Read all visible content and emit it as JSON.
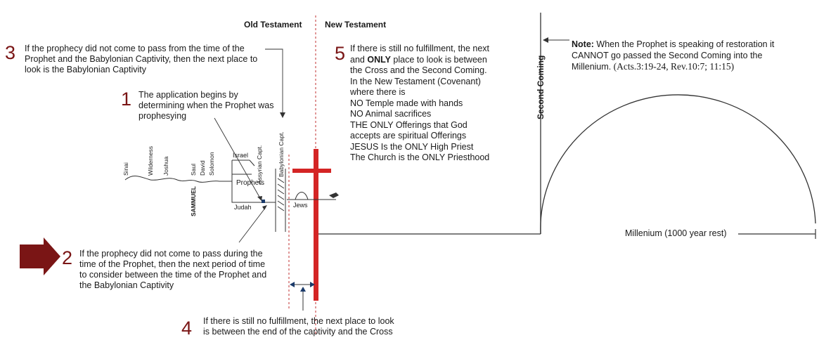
{
  "headers": {
    "old_testament": "Old Testament",
    "new_testament": "New Testament"
  },
  "steps": {
    "s1": {
      "num": "1",
      "text": "The application begins by determining when the Prophet was prophesying"
    },
    "s2": {
      "num": "2",
      "text": "If the prophecy did not come to pass during the time of the Prophet, then the next period of time to consider between the time of the Prophet and the Babylonian Captivity"
    },
    "s3": {
      "num": "3",
      "text": "If the prophecy did not come to pass from the time of the Prophet and the Babylonian Captivity, then the next place to look is the Babylonian Captivity"
    },
    "s4": {
      "num": "4",
      "line1": "If there is still no fulfillment, the next place to look",
      "line2": "is between the end of the captivity and the Cross"
    },
    "s5": {
      "num": "5",
      "l1": "If there is still no fulfillment, the next",
      "l2_pre": "and ",
      "l2_bold": "ONLY",
      "l2_post": " place to look is between",
      "l3": "the Cross and the Second Coming.",
      "l4": "In the New Testament (Covenant)",
      "l5": "where there is",
      "l6": "NO Temple made with hands",
      "l7": "NO Animal sacrifices",
      "l8": "THE ONLY Offerings that God",
      "l9": "accepts are spiritual Offerings",
      "l10": "JESUS Is the ONLY High Priest",
      "l11": "The Church is the ONLY Priesthood"
    }
  },
  "note": {
    "label": "Note:",
    "text": " When the Prophet is speaking of restoration it CANNOT go passed the Second Coming into the Millenium.",
    "refs": " (Acts.3:19-24, Rev.10:7; 11:15)"
  },
  "second_coming": "Second Coming",
  "millenium": "Millenium (1000 year rest)",
  "timeline_labels": {
    "sinai": "Sinai",
    "wilderness": "Wilderness",
    "joshua": "Joshua",
    "saul": "Saul",
    "david": "David",
    "solomon": "Solomon",
    "sammuel": "SAMMUEL",
    "israel": "Israel",
    "assyrian": "Assyrian Capt.",
    "babylonian": "Babylonian Capt.",
    "prophets": "Prophets",
    "judah": "Judah",
    "jews": "Jews"
  },
  "colors": {
    "accent": "#7a1515",
    "cross": "#d42525",
    "arrow": "#7a1515"
  }
}
